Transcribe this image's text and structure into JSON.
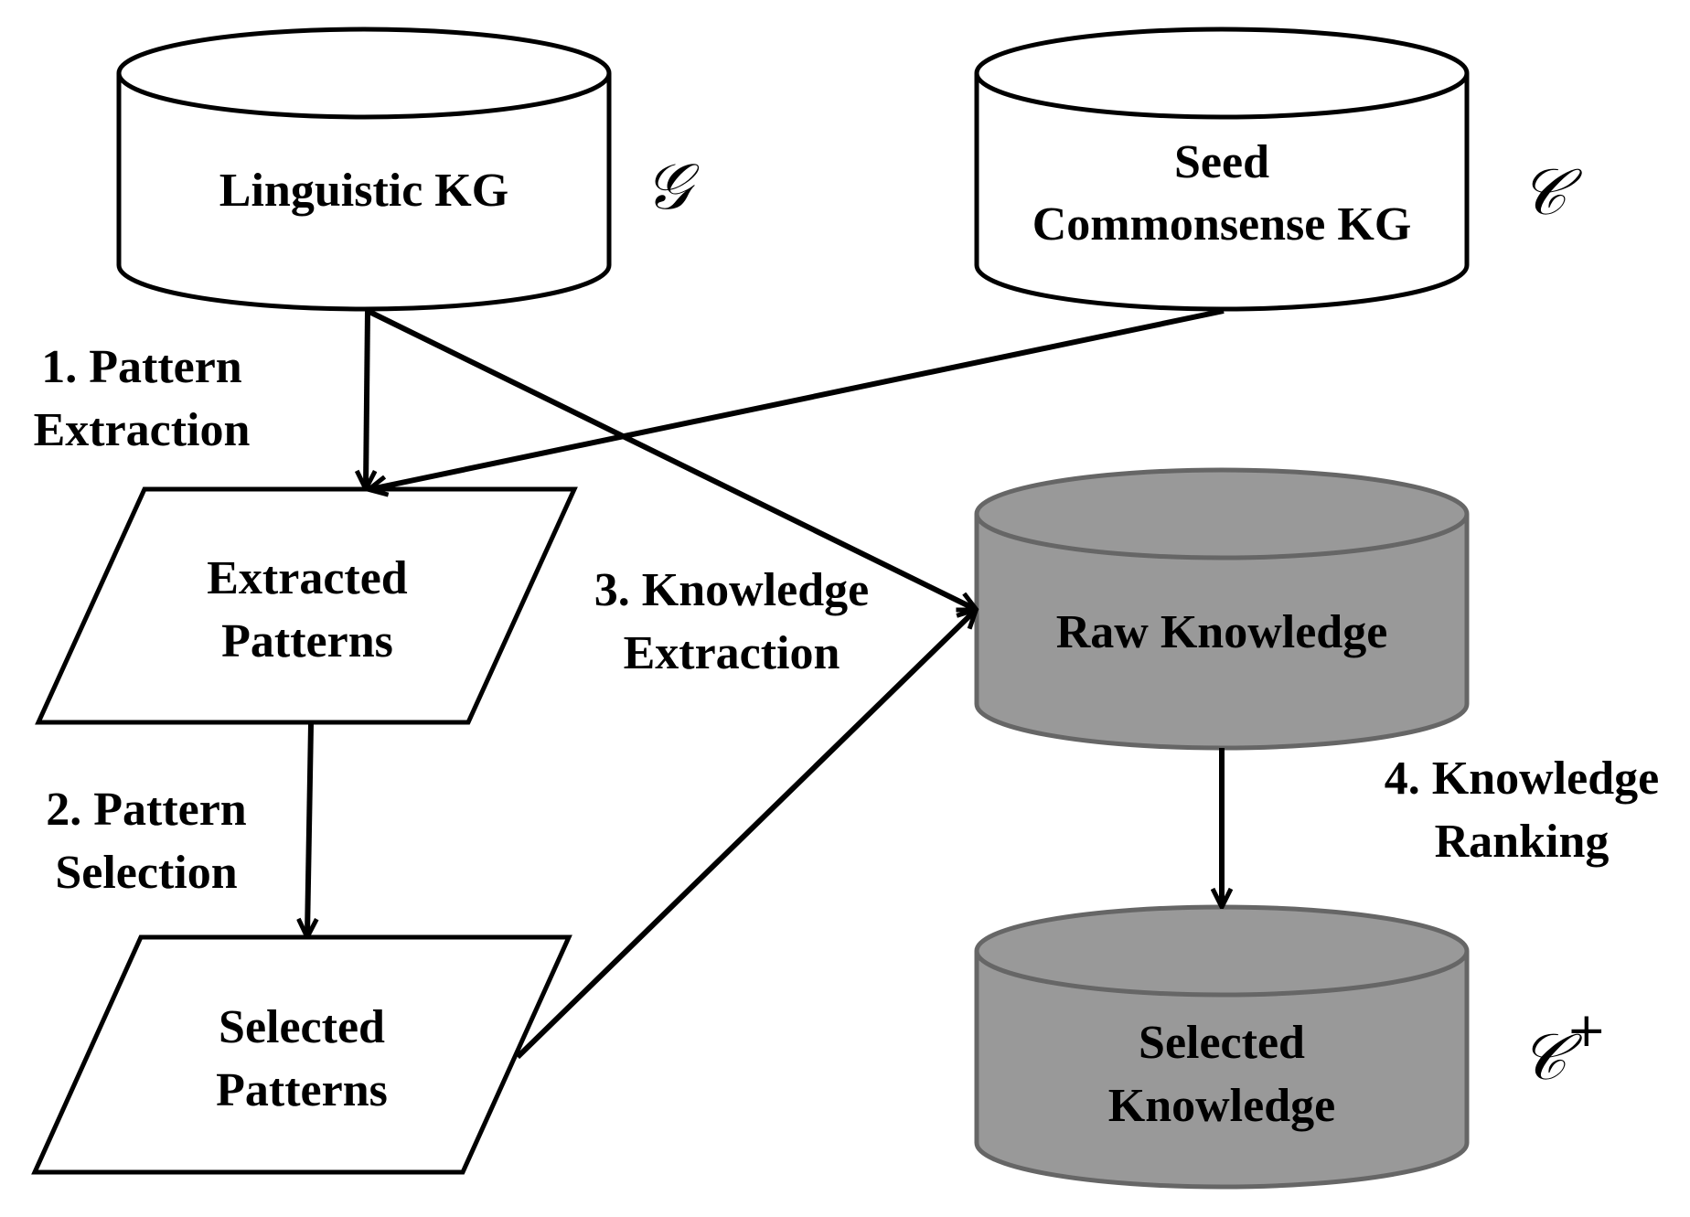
{
  "nodes": {
    "linguistic_kg": {
      "lines": [
        "Linguistic KG"
      ],
      "symbol": "𝒢"
    },
    "seed_kg": {
      "lines": [
        "Seed",
        "Commonsense KG"
      ],
      "symbol": "𝒞"
    },
    "extracted_patterns": {
      "lines": [
        "Extracted",
        "Patterns"
      ]
    },
    "selected_patterns": {
      "lines": [
        "Selected",
        "Patterns"
      ]
    },
    "raw_knowledge": {
      "lines": [
        "Raw Knowledge"
      ]
    },
    "selected_knowledge": {
      "lines": [
        "Selected",
        "Knowledge"
      ],
      "symbol": "𝒞",
      "symbol_sup": "+"
    }
  },
  "steps": {
    "step1": [
      "1. Pattern",
      "Extraction"
    ],
    "step2": [
      "2. Pattern",
      "Selection"
    ],
    "step3": [
      "3. Knowledge",
      "Extraction"
    ],
    "step4": [
      "4. Knowledge",
      "Ranking"
    ]
  },
  "colors": {
    "outline": "#000000",
    "white_fill": "#ffffff",
    "gray_fill": "#999999",
    "gray_outline": "#666666"
  }
}
